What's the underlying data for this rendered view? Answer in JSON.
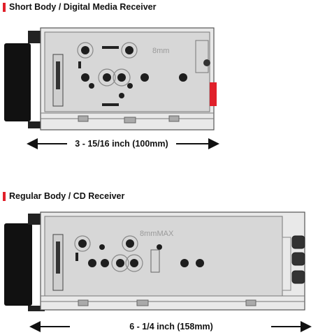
{
  "accent_color": "#e0202a",
  "sections": [
    {
      "title": "Short Body / Digital Media Receiver",
      "dimension": "3 - 15/16 inch (100mm)",
      "diagram_label": "side view of short body receiver chassis"
    },
    {
      "title": "Regular Body / CD Receiver",
      "dimension": "6 - 1/4 inch (158mm)",
      "diagram_label": "side view of regular body receiver chassis"
    }
  ],
  "embossed_marks": {
    "short": "8mm",
    "regular": "8mmMAX"
  }
}
